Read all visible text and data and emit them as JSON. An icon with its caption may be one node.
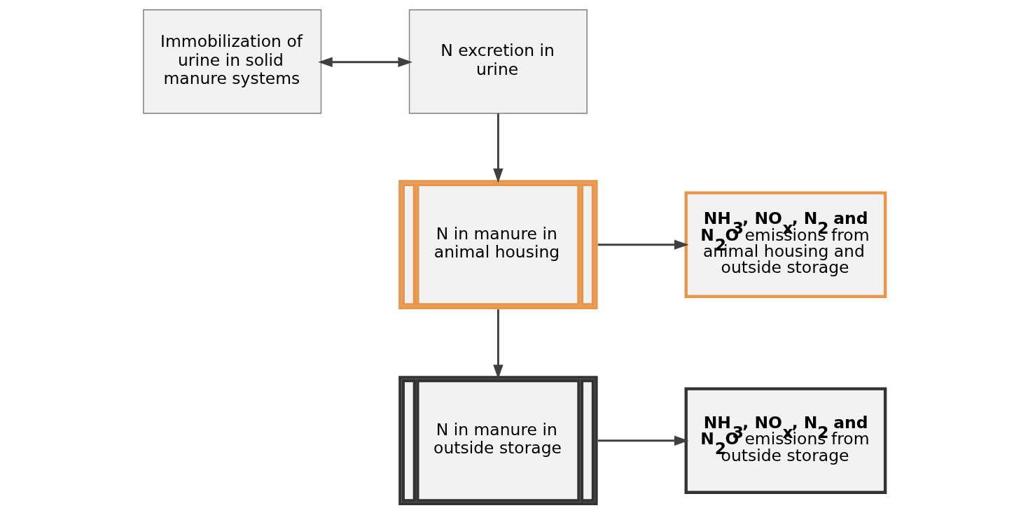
{
  "diagram": {
    "nodes": [
      {
        "text": [
          "Immobilization of urine in solid manure systems"
        ]
      },
      {
        "text": [
          "N excretion in urine"
        ]
      },
      {
        "text": [
          "N in manure in animal housing"
        ]
      },
      {
        "text": [
          "**NH$_{3}$, NO$_{x}$, N$_{2}$ and N$_{2}$O** emissions from animal housing and outside storage"
        ]
      },
      {
        "text": [
          "N in manure in outside storage"
        ]
      },
      {
        "text": [
          "**NH$_{3}$, NO$_{x}$, N$_{2}$ and N$_{2}$O** emissions from outside storage"
        ]
      }
    ],
    "edges": [
      {
        "from": 0,
        "to": 1,
        "arrow": "both"
      },
      {
        "from": 1,
        "to": 2,
        "arrow": "to"
      },
      {
        "from": 2,
        "to": 3,
        "arrow": "to"
      },
      {
        "from": 2,
        "to": 4,
        "arrow": "to"
      },
      {
        "from": 4,
        "to": 5,
        "arrow": "to"
      }
    ]
  }
}
